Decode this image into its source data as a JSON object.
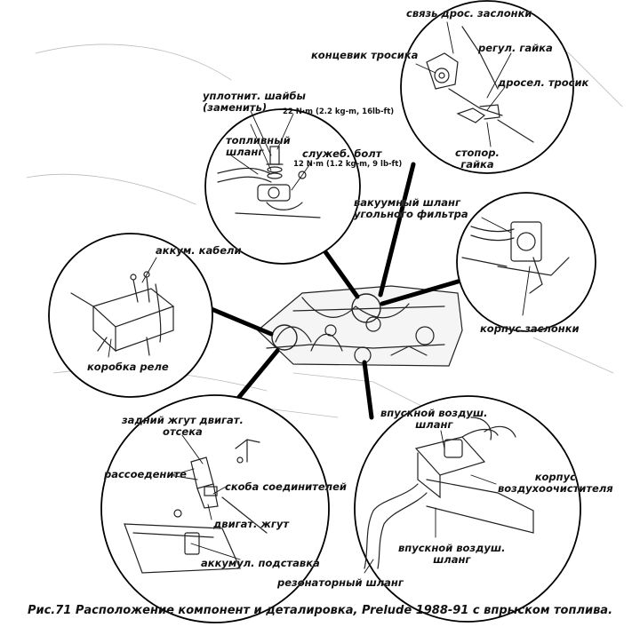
{
  "labels": {
    "throttle_link": "связь дрос. заслонки",
    "cable_end": "концевик тросика",
    "adj_nut": "регул. гайка",
    "throttle_cable": "дросел. тросик",
    "lock_nut": "стопор.\nгайка",
    "seal_washers": "уплотнит. шайбы\n(заменить)",
    "torque_22": "22 N·m (2.2 kg-m, 16lb-ft)",
    "fuel_hose": "топливный\nшланг",
    "service_bolt": "служеб. болт",
    "torque_12": "12 N·m (1.2 kg-m, 9 lb-ft)",
    "vacuum_hose": "вакуумный шланг\nугольного фильтра",
    "battery_cables": "аккум. кабели",
    "relay_box": "коробка реле",
    "throttle_body": "корпус заслонки",
    "rear_harness": "задний жгут двигат.\nотсека",
    "disconnect": "рассоедените",
    "connector_bracket": "скоба соединителей",
    "engine_harness": "двигат. жгут",
    "battery_base": "аккумул. подставка",
    "intake_hose_top": "впускной воздуш.\nшланг",
    "air_cleaner": "корпус\nвоздухоочистителя",
    "intake_hose_bottom": "впускной воздуш.\nшланг",
    "resonator_hose": "резонаторный шланг"
  },
  "caption": "Рис.71  Расположение компонент и деталировка, Prelude 1988-91 с впрыском топлива."
}
